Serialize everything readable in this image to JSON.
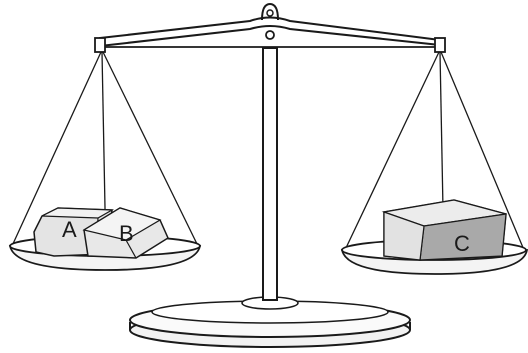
{
  "blocks": {
    "a": "A",
    "b": "B",
    "c": "C"
  },
  "colors": {
    "ink": "#1a1a1a",
    "pan_fill": "#f4f4f4",
    "block_light": "#e4e4e4",
    "block_shade": "#b5b5b5",
    "block_dark": "#9a9a9a"
  }
}
